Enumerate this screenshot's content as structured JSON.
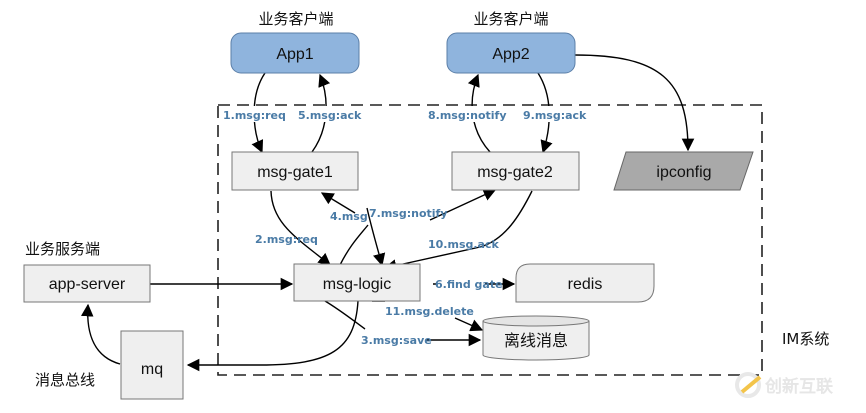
{
  "diagram": {
    "title_client_left": "业务客户端",
    "title_client_right": "业务客户端",
    "title_server": "业务服务端",
    "title_bus": "消息总线",
    "title_system": "IM系统",
    "nodes": {
      "app1": "App1",
      "app2": "App2",
      "gate1": "msg-gate1",
      "gate2": "msg-gate2",
      "ipconfig": "ipconfig",
      "app_server": "app-server",
      "logic": "msg-logic",
      "redis": "redis",
      "offline": "离线消息",
      "mq": "mq"
    },
    "edges": {
      "e1": "1.msg:req",
      "e2": "2.msg:req",
      "e3": "3.msg:save",
      "e4": "4.msg",
      "e5": "5.msg:ack",
      "e6": "6.find gate",
      "e7": "7.msg:notify",
      "e8": "8.msg:notify",
      "e9": "9.msg:ack",
      "e10": "10.msg.ack",
      "e11": "11.msg.delete"
    },
    "colors": {
      "app_fill": "#8fb4dd",
      "box_fill": "#efefef",
      "ipconfig_fill": "#a9a9a9",
      "label_color": "#4a7ba6"
    },
    "watermark": "创新互联"
  }
}
